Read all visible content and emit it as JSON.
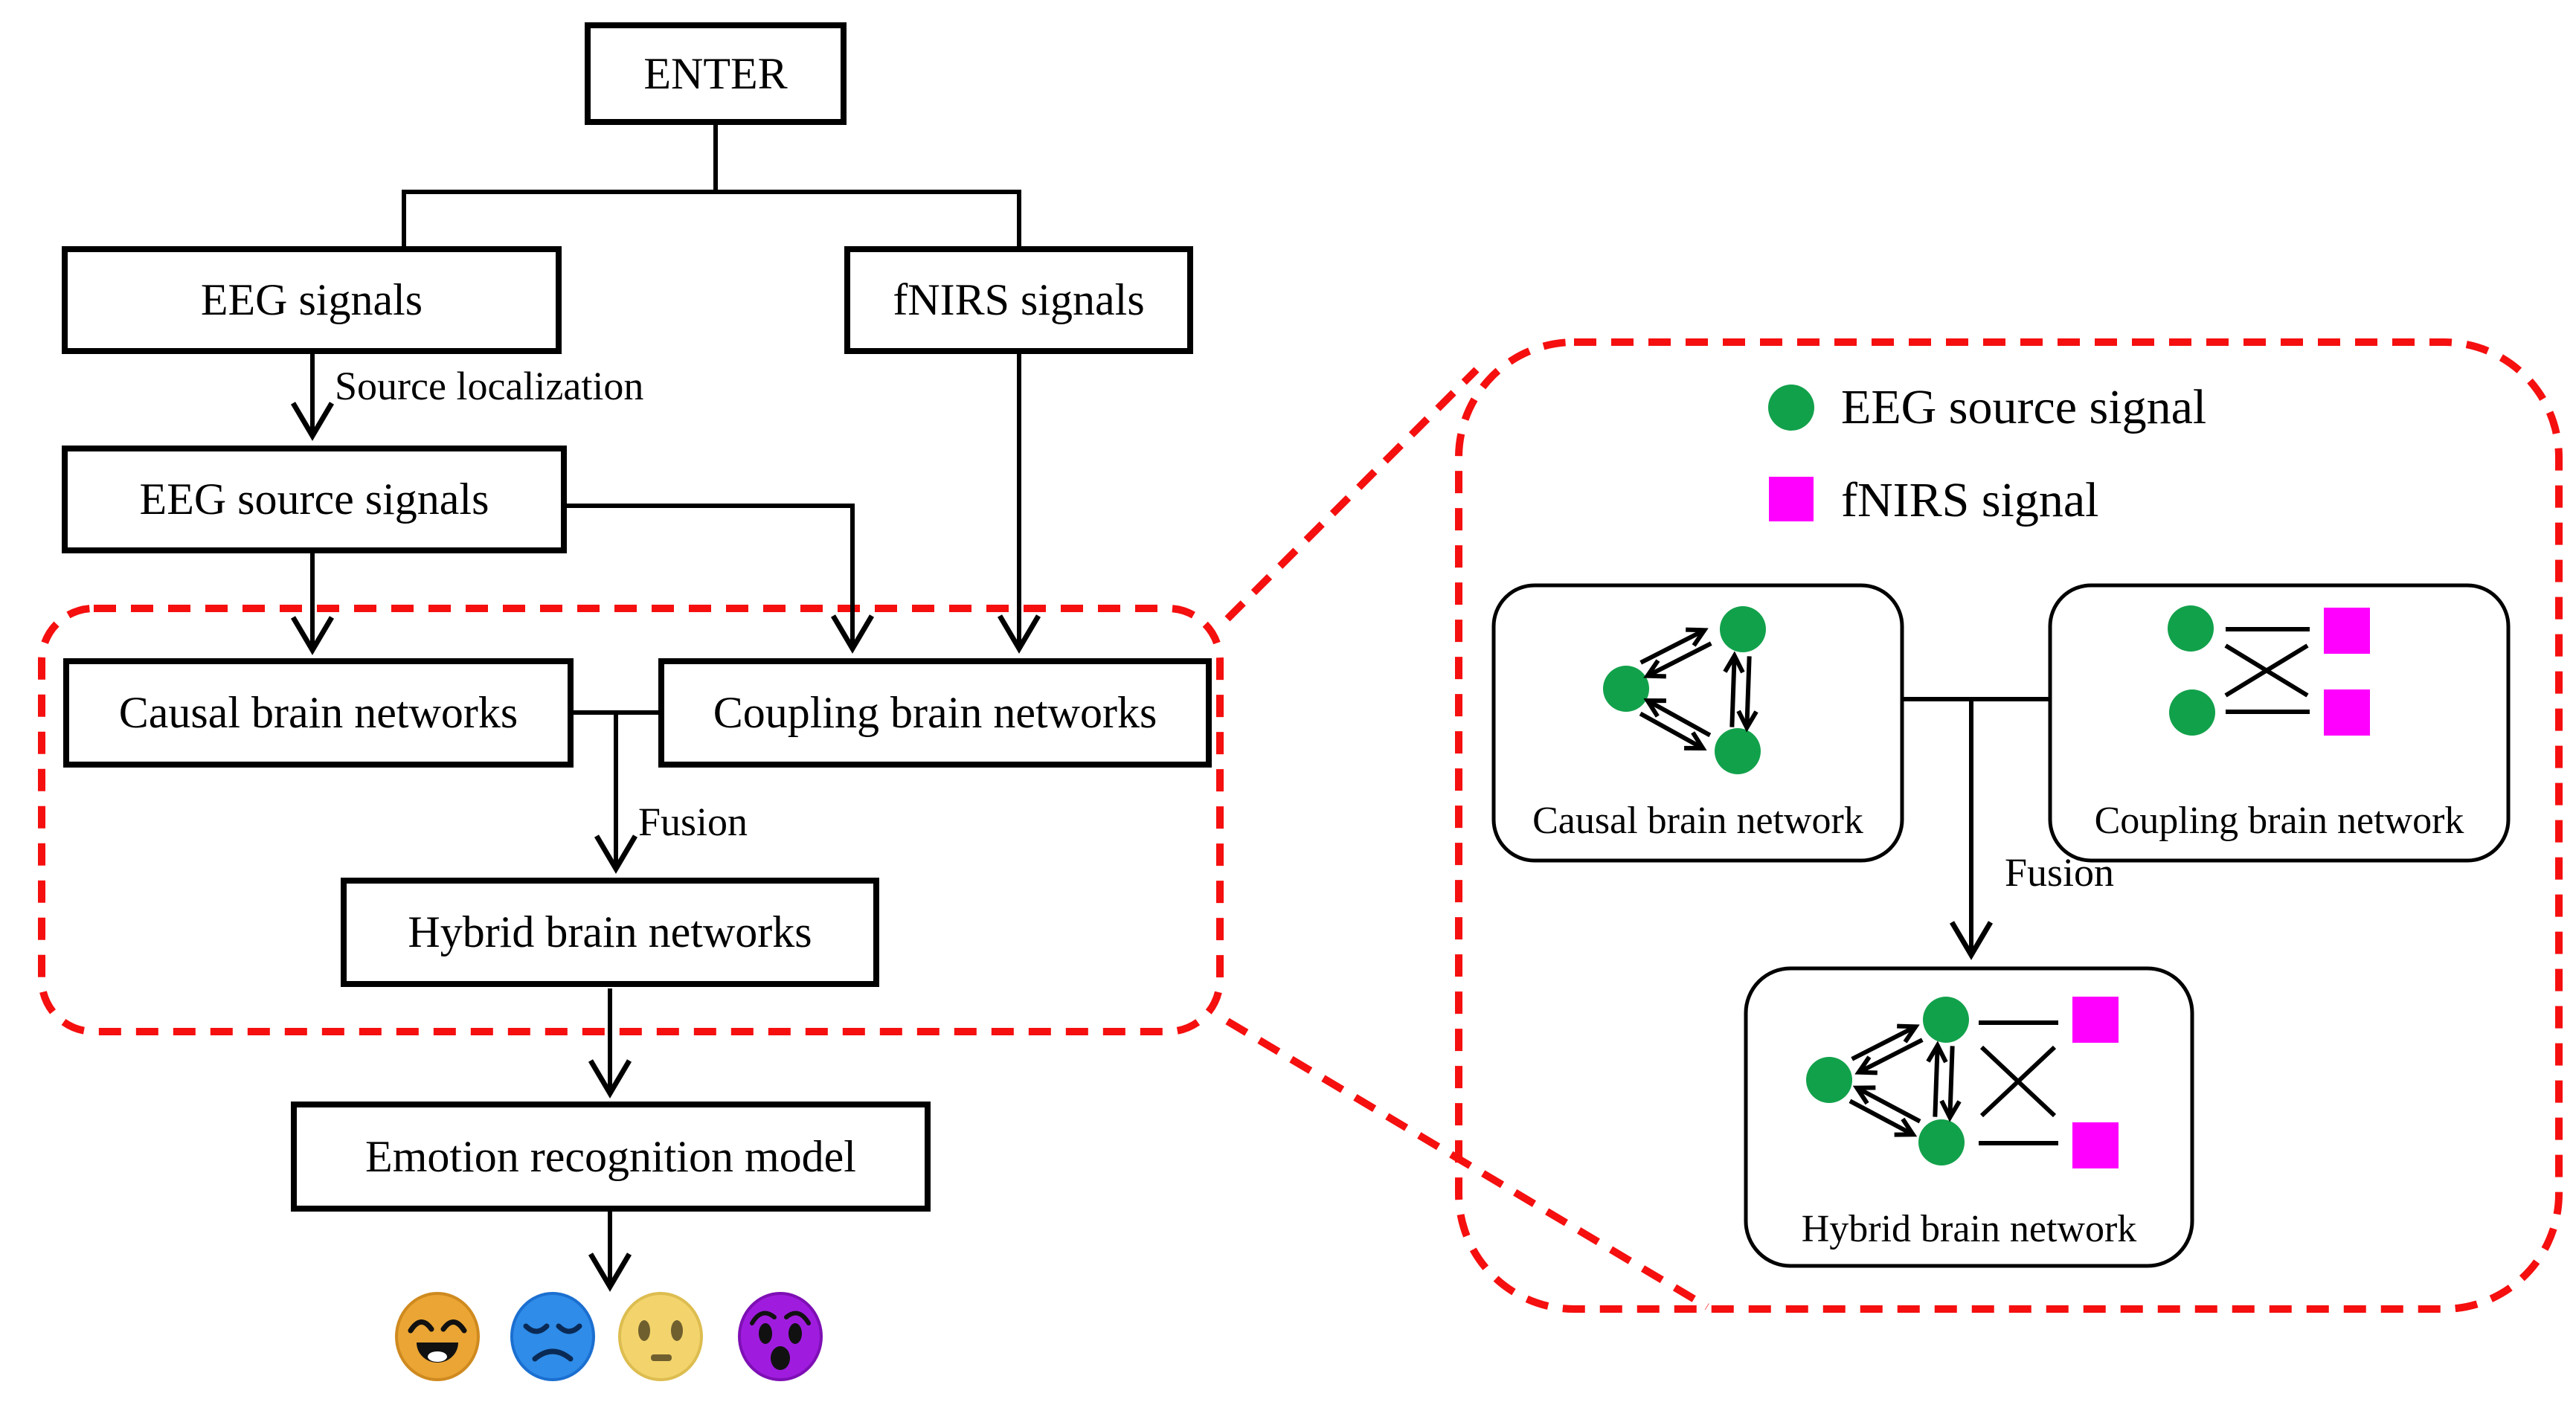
{
  "figure": {
    "colors": {
      "eeg_green": "#12A14B",
      "fnirs_magenta": "#FF00FF",
      "highlight_red": "#F50F0F"
    },
    "flowchart": {
      "enter_label": "ENTER",
      "eeg_signals_label": "EEG signals",
      "fnirs_signals_label": "fNIRS signals",
      "source_localization_label": "Source localization",
      "eeg_source_signals_label": "EEG source signals",
      "causal_label": "Causal brain networks",
      "coupling_label": "Coupling brain networks",
      "fusion_label": "Fusion",
      "hybrid_label": "Hybrid brain networks",
      "emotion_model_label": "Emotion recognition model",
      "emotion_icons": [
        {
          "name": "happy-face",
          "color": "#EAA534"
        },
        {
          "name": "sad-face",
          "color": "#2F8CE8"
        },
        {
          "name": "neutral-face",
          "color": "#F3D46C"
        },
        {
          "name": "fearful-face",
          "color": "#9F1CDE"
        }
      ]
    },
    "detail_panel": {
      "legend": {
        "eeg_item_label": "EEG source signal",
        "fnirs_item_label": "fNIRS signal"
      },
      "causal_network_label": "Causal brain network",
      "coupling_network_label": "Coupling brain network",
      "fusion_label": "Fusion",
      "hybrid_network_label": "Hybrid brain network"
    }
  }
}
